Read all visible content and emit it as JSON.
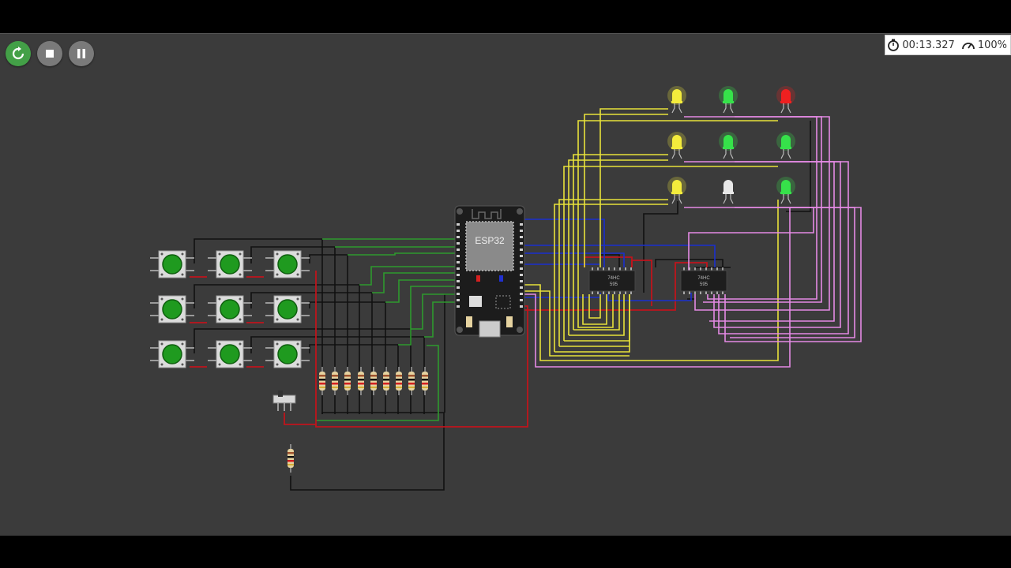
{
  "toolbar": {
    "restart_icon": "restart-icon",
    "stop_icon": "stop-icon",
    "pause_icon": "pause-icon"
  },
  "status": {
    "timer": "00:13.327",
    "speed": "100%"
  },
  "board": {
    "name": "ESP32"
  },
  "shift_registers": [
    {
      "line1": "74HC",
      "line2": "595"
    },
    {
      "line1": "74HC",
      "line2": "595"
    }
  ],
  "colors": {
    "background": "#3b3b3b",
    "button_green": "#1f9a1f",
    "wire_red": "#c0141c",
    "wire_green": "#2e9a2e",
    "wire_blue": "#1a2fd0",
    "wire_yellow": "#e8e23a",
    "wire_pink": "#e58ae5",
    "wire_black": "#111111",
    "led_yellow": "#f4ec3c",
    "led_green": "#36e24a",
    "led_red": "#ef2020",
    "led_white": "#e8e8e8"
  },
  "leds": [
    [
      "yellow",
      "green",
      "red"
    ],
    [
      "yellow",
      "green",
      "green"
    ],
    [
      "yellow",
      "white",
      "green"
    ]
  ]
}
